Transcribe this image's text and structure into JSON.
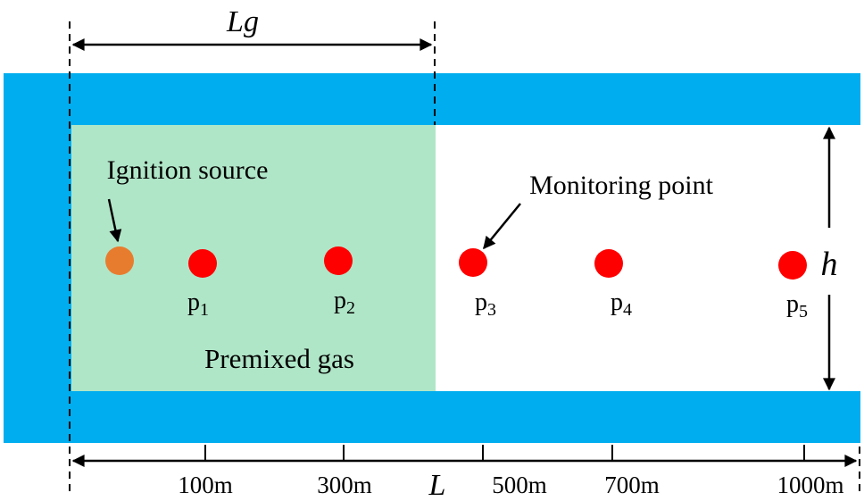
{
  "labels": {
    "lg": "Lg",
    "l": "L",
    "h": "h",
    "ignition": "Ignition source",
    "monitoring": "Monitoring point",
    "premixed": "Premixed gas"
  },
  "points": [
    {
      "name": "p",
      "sub": "1"
    },
    {
      "name": "p",
      "sub": "2"
    },
    {
      "name": "p",
      "sub": "3"
    },
    {
      "name": "p",
      "sub": "4"
    },
    {
      "name": "p",
      "sub": "5"
    }
  ],
  "ticks": [
    "100m",
    "300m",
    "500m",
    "700m",
    "1000m"
  ],
  "colors": {
    "wall": "#00aeef",
    "premixed": "#b0e6c8",
    "ignition": "#e87c2e",
    "monitor": "#ff0000",
    "line": "#000000"
  }
}
